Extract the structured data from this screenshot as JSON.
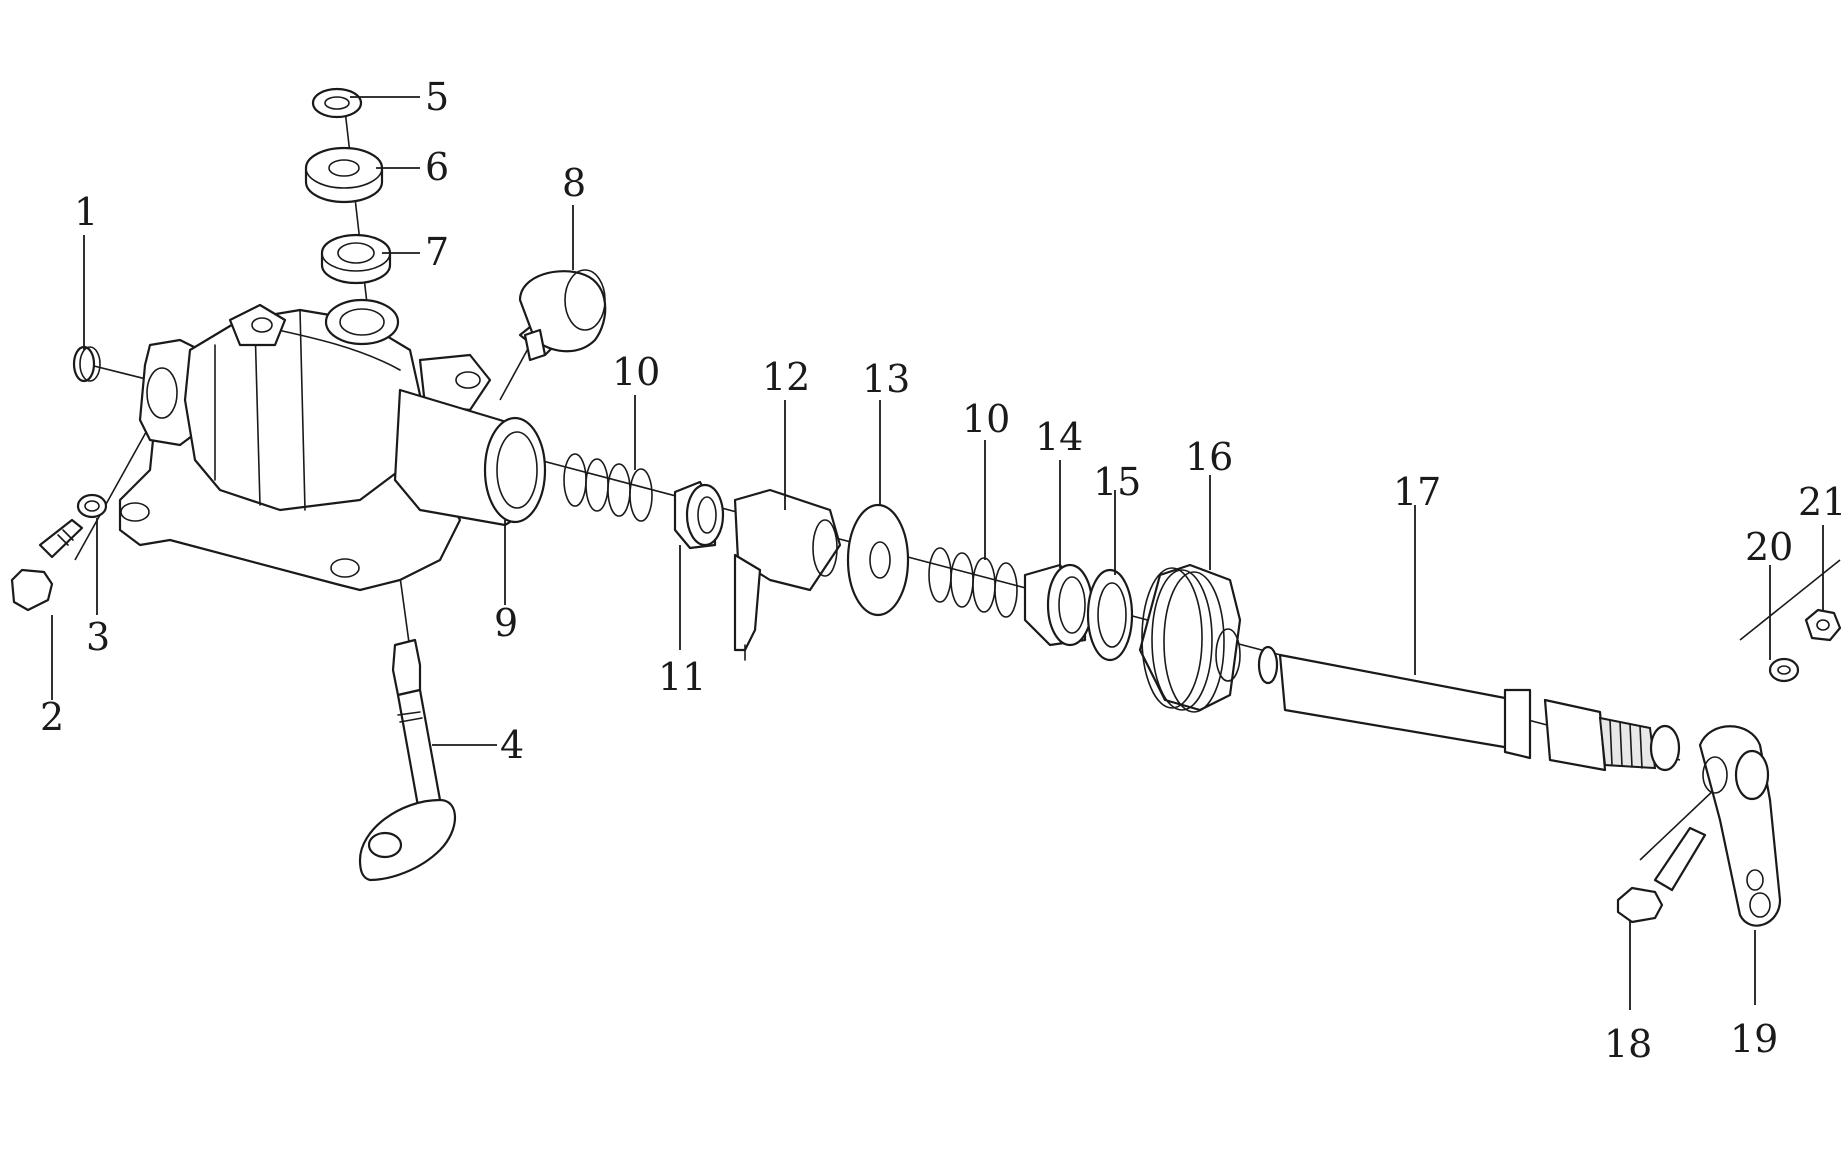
{
  "diagram": {
    "callouts": [
      {
        "id": "c1",
        "label": "1"
      },
      {
        "id": "c2",
        "label": "2"
      },
      {
        "id": "c3",
        "label": "3"
      },
      {
        "id": "c4",
        "label": "4"
      },
      {
        "id": "c5",
        "label": "5"
      },
      {
        "id": "c6",
        "label": "6"
      },
      {
        "id": "c7",
        "label": "7"
      },
      {
        "id": "c8",
        "label": "8"
      },
      {
        "id": "c9",
        "label": "9"
      },
      {
        "id": "c10a",
        "label": "10"
      },
      {
        "id": "c10b",
        "label": "10"
      },
      {
        "id": "c11",
        "label": "11"
      },
      {
        "id": "c12",
        "label": "12"
      },
      {
        "id": "c13",
        "label": "13"
      },
      {
        "id": "c14",
        "label": "14"
      },
      {
        "id": "c15",
        "label": "15"
      },
      {
        "id": "c16",
        "label": "16"
      },
      {
        "id": "c17",
        "label": "17"
      },
      {
        "id": "c18",
        "label": "18"
      },
      {
        "id": "c19",
        "label": "19"
      },
      {
        "id": "c20",
        "label": "20"
      },
      {
        "id": "c21",
        "label": "21"
      }
    ]
  }
}
